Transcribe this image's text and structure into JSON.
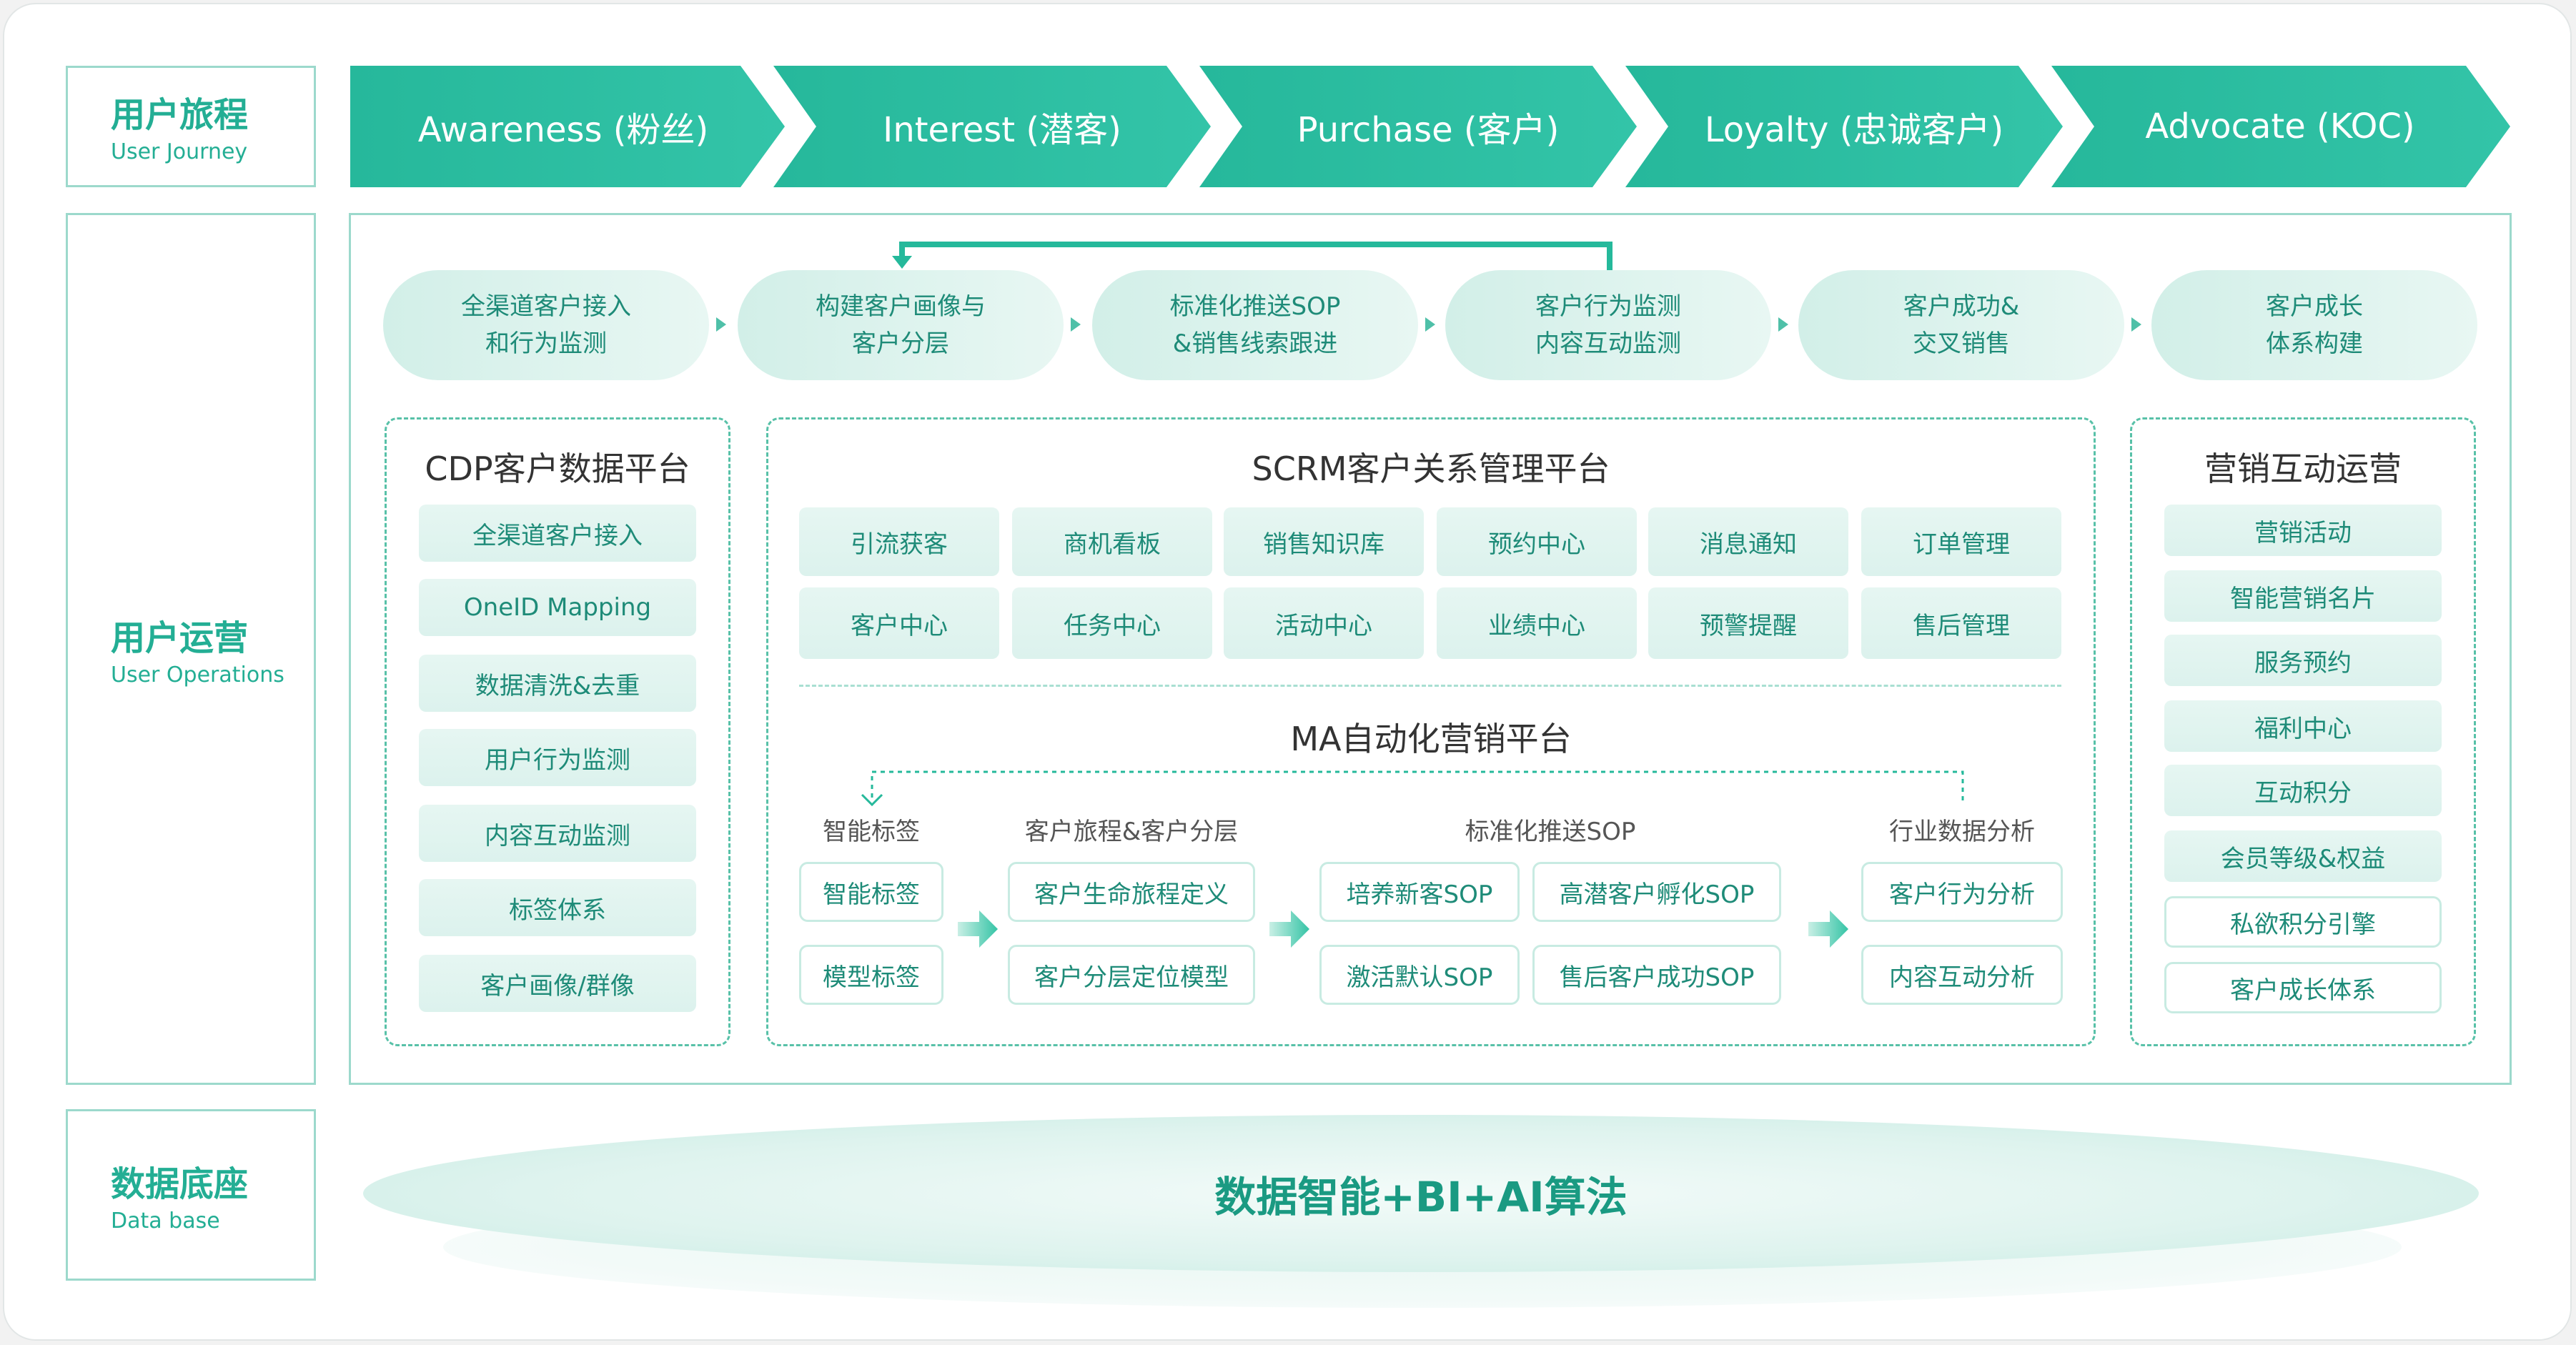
{
  "rows": {
    "journey": {
      "zh": "用户旅程",
      "en": "User Journey"
    },
    "operations": {
      "zh": "用户运营",
      "en": "User Operations"
    },
    "database": {
      "zh": "数据底座",
      "en": "Data base"
    }
  },
  "journey_stages": [
    "Awareness (粉丝)",
    "Interest (潜客)",
    "Purchase (客户)",
    "Loyalty (忠诚客户)",
    "Advocate (KOC)"
  ],
  "flow_steps": [
    [
      "全渠道客户接入",
      "和行为监测"
    ],
    [
      "构建客户画像与",
      "客户分层"
    ],
    [
      "标准化推送SOP",
      "&销售线索跟进"
    ],
    [
      "客户行为监测",
      "内容互动监测"
    ],
    [
      "客户成功&",
      "交叉销售"
    ],
    [
      "客户成长",
      "体系构建"
    ]
  ],
  "cdp": {
    "title": "CDP客户数据平台",
    "items": [
      "全渠道客户接入",
      "OneID Mapping",
      "数据清洗&去重",
      "用户行为监测",
      "内容互动监测",
      "标签体系",
      "客户画像/群像"
    ]
  },
  "scrm": {
    "title": "SCRM客户关系管理平台",
    "row1": [
      "引流获客",
      "商机看板",
      "销售知识库",
      "预约中心",
      "消息通知",
      "订单管理"
    ],
    "row2": [
      "客户中心",
      "任务中心",
      "活动中心",
      "业绩中心",
      "预警提醒",
      "售后管理"
    ]
  },
  "ma": {
    "title": "MA自动化营销平台",
    "groups": [
      {
        "heading": "智能标签",
        "items": [
          "智能标签",
          "模型标签"
        ]
      },
      {
        "heading": "客户旅程&客户分层",
        "items": [
          "客户生命旅程定义",
          "客户分层定位模型"
        ]
      },
      {
        "heading": "标准化推送SOP",
        "items": [
          "培养新客SOP",
          "高潜客户孵化SOP",
          "激活默认SOP",
          "售后客户成功SOP"
        ]
      },
      {
        "heading": "行业数据分析",
        "items": [
          "客户行为分析",
          "内容互动分析"
        ]
      }
    ]
  },
  "marketing": {
    "title": "营销互动运营",
    "items": [
      "营销活动",
      "智能营销名片",
      "服务预约",
      "福利中心",
      "互动积分",
      "会员等级&权益",
      "私欲积分引擎",
      "客户成长体系"
    ]
  },
  "base": {
    "text": "数据智能+BI+AI算法"
  },
  "colors": {
    "primary": "#25b99b",
    "chevron": "#2fbfa3",
    "text_green": "#1e8b78",
    "border": "#9cd9cc"
  }
}
